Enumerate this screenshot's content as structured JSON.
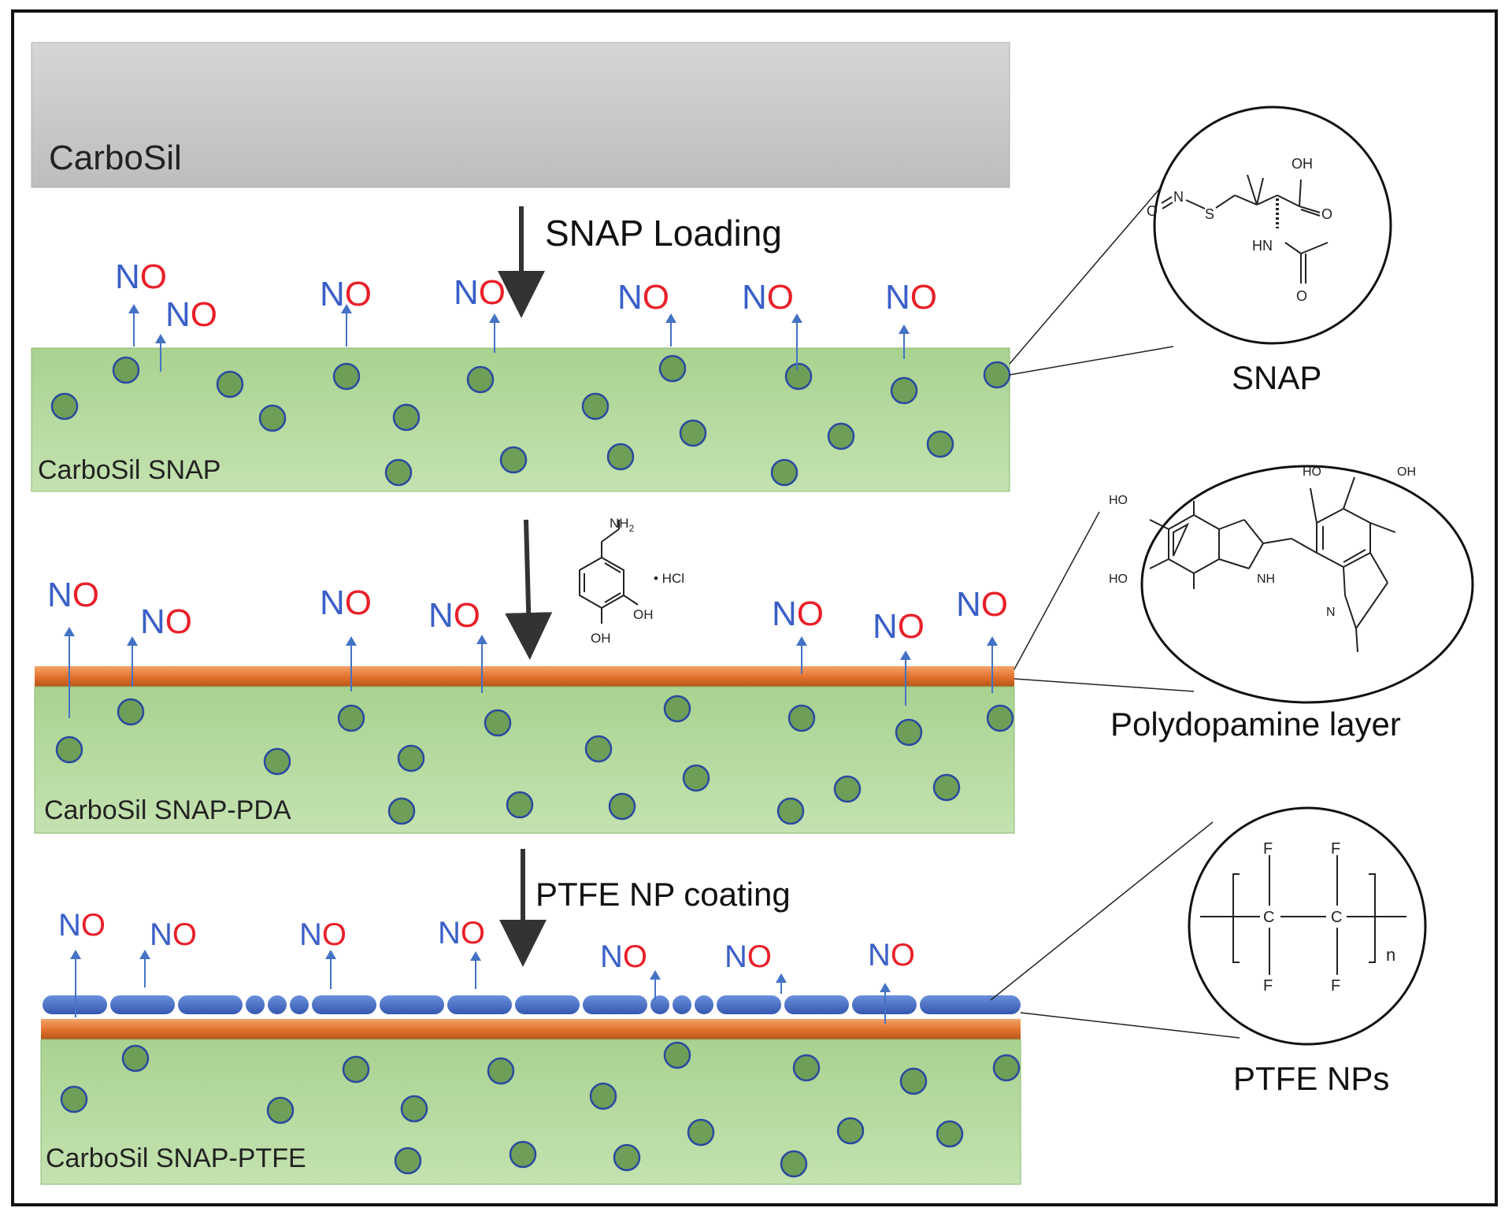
{
  "layers": {
    "carbosil": "CarboSil",
    "snap": "CarboSil SNAP",
    "pda": "CarboSil SNAP-PDA",
    "ptfe": "CarboSil SNAP-PTFE"
  },
  "steps": {
    "snap_loading": "SNAP Loading",
    "ptfe_coating": "PTFE NP coating"
  },
  "no_label": {
    "n": "N",
    "o": "O"
  },
  "insets": {
    "snap": "SNAP",
    "pda": "Polydopamine layer",
    "ptfe": "PTFE NPs"
  },
  "chem": {
    "oh": "OH",
    "ho": "HO",
    "o": "O",
    "n": "N",
    "s": "S",
    "hn": "HN",
    "nh": "NH",
    "nh2": "NH",
    "nh2_sub": "2",
    "hcl": "• HCl",
    "f": "F",
    "c": "C",
    "n_sub": "n"
  },
  "colors": {
    "no_blue": "#3a5fc8",
    "no_red": "#e8202a",
    "arrow_blue": "#4472c4",
    "carbosil_gray": "#c8c8c8",
    "matrix_green": "#b6d9a0",
    "particle_green": "#6f9e58",
    "particle_edge": "#2a4aa0",
    "pda_orange": "#e0762a",
    "ptfe_blue": "#4a72c8"
  }
}
